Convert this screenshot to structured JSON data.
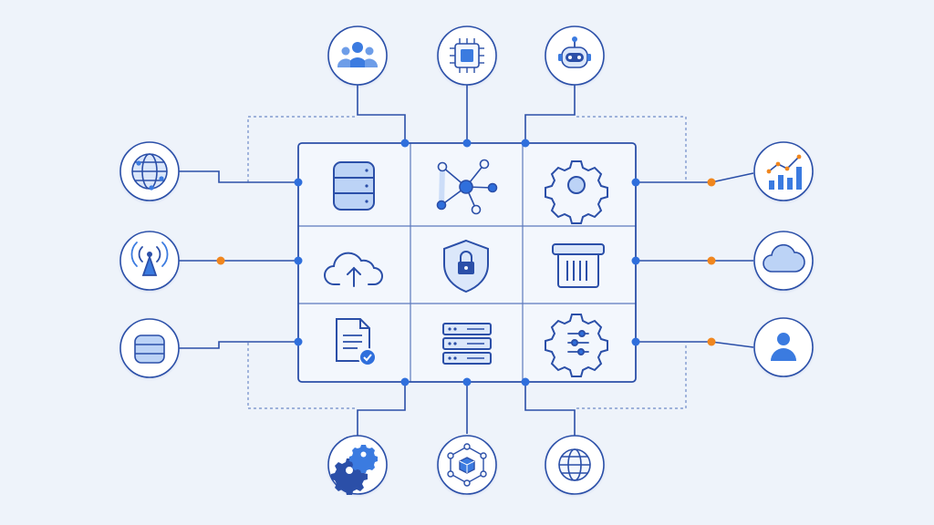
{
  "colors": {
    "background": "#eef3fa",
    "line": "#2b4fa8",
    "node_blue": "#2f6fdc",
    "node_orange": "#f0861e",
    "icon_fill_light": "#bcd3f6",
    "icon_fill_blue": "#3b7be0",
    "grid_panel": "#f3f7fd"
  },
  "grid": {
    "rows": 3,
    "columns": 3,
    "cells": [
      {
        "icon": "database-stack-icon"
      },
      {
        "icon": "network-graph-icon"
      },
      {
        "icon": "gear-icon"
      },
      {
        "icon": "cloud-upload-icon"
      },
      {
        "icon": "shield-lock-icon"
      },
      {
        "icon": "storage-bin-icon"
      },
      {
        "icon": "document-check-icon"
      },
      {
        "icon": "server-rack-icon"
      },
      {
        "icon": "gear-settings-icon"
      }
    ]
  },
  "satellites": [
    {
      "side": "top",
      "icon": "users-group-icon"
    },
    {
      "side": "top",
      "icon": "cpu-chip-icon"
    },
    {
      "side": "top",
      "icon": "robot-icon"
    },
    {
      "side": "left",
      "icon": "globe-network-icon"
    },
    {
      "side": "left",
      "icon": "antenna-icon"
    },
    {
      "side": "left",
      "icon": "database-icon"
    },
    {
      "side": "right",
      "icon": "analytics-chart-icon"
    },
    {
      "side": "right",
      "icon": "cloud-icon"
    },
    {
      "side": "right",
      "icon": "user-icon"
    },
    {
      "side": "bottom",
      "icon": "gears-icon"
    },
    {
      "side": "bottom",
      "icon": "blockchain-icon"
    },
    {
      "side": "bottom",
      "icon": "globe-icon"
    }
  ]
}
